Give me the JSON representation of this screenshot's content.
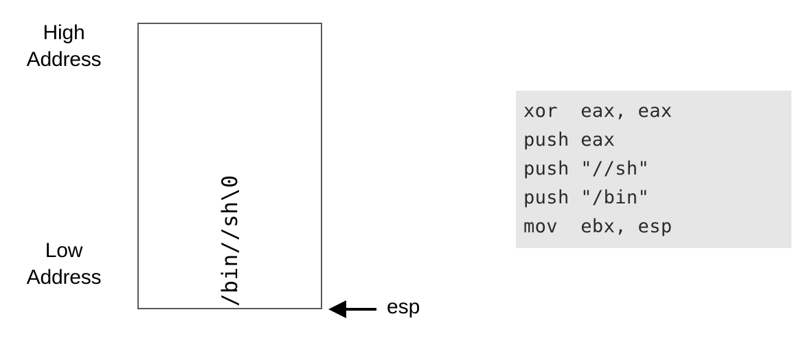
{
  "diagram": {
    "title_labels": {
      "high_address": "High\nAddress",
      "low_address": "Low\nAddress"
    },
    "memory_box": {
      "content_string": "/bin//sh\\0",
      "border_color": "#59595c",
      "fill_color": "#ffffff",
      "text_orientation": "vertical-rotated-90-ccw"
    },
    "pointer": {
      "label": "esp",
      "direction": "left",
      "target": "bottom of memory box"
    }
  },
  "assembly": {
    "background_color": "#e6e6e6",
    "text_color": "#2b2b2b",
    "lines": [
      "xor  eax, eax",
      "push eax",
      "push \"//sh\"",
      "push \"/bin\"",
      "mov  ebx, esp"
    ]
  }
}
